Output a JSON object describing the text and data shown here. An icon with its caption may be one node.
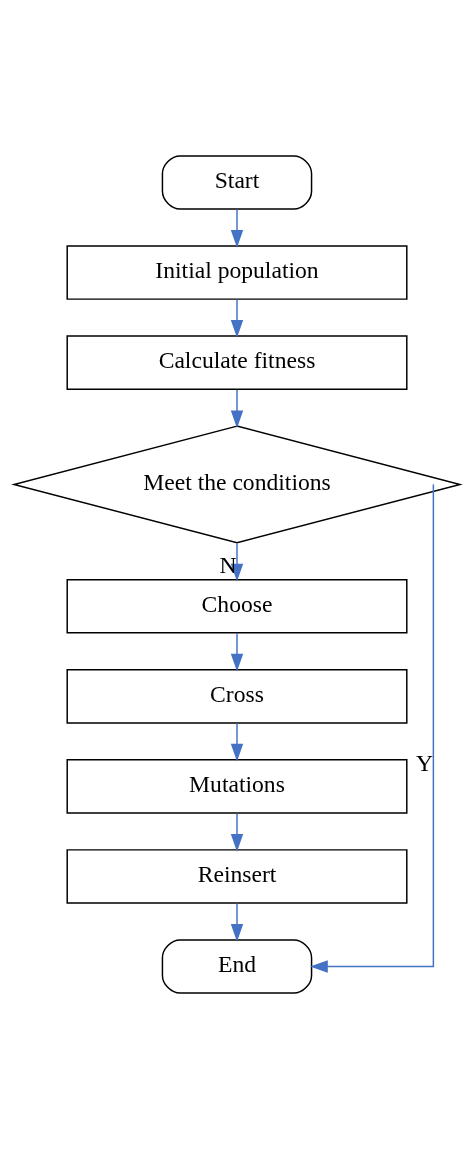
{
  "diagram": {
    "nodes": [
      {
        "text": [
          "Start"
        ]
      },
      {
        "text": [
          "Initial population"
        ]
      },
      {
        "text": [
          "Calculate fitness"
        ]
      },
      {
        "text": [
          "Meet the conditions"
        ]
      },
      {
        "text": [
          "Choose"
        ]
      },
      {
        "text": [
          "Cross"
        ]
      },
      {
        "text": [
          "Mutations"
        ]
      },
      {
        "text": [
          "Reinsert"
        ]
      },
      {
        "text": [
          "End"
        ]
      }
    ],
    "edges": [
      {
        "from": 0,
        "to": 1,
        "arrow": "to"
      },
      {
        "from": 1,
        "to": 2,
        "arrow": "to"
      },
      {
        "from": 2,
        "to": 3,
        "arrow": "to"
      },
      {
        "from": 3,
        "to": 4,
        "arrow": "to",
        "label": "N"
      },
      {
        "from": 4,
        "to": 5,
        "arrow": "to"
      },
      {
        "from": 5,
        "to": 6,
        "arrow": "to"
      },
      {
        "from": 6,
        "to": 7,
        "arrow": "to"
      },
      {
        "from": 7,
        "to": 8,
        "arrow": "to"
      },
      {
        "from": 3,
        "to": 8,
        "arrow": "to",
        "label": "Y"
      }
    ]
  }
}
